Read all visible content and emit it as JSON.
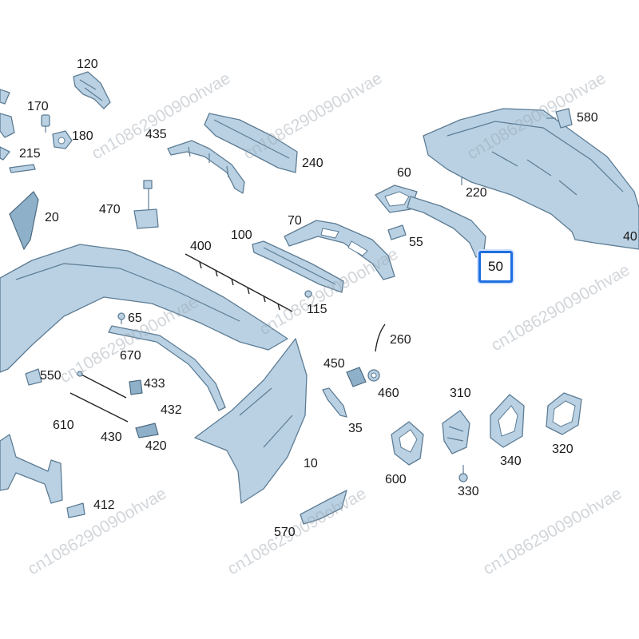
{
  "diagram": {
    "part_labels": [
      "120",
      "170",
      "180",
      "215",
      "435",
      "240",
      "580",
      "60",
      "220",
      "470",
      "20",
      "400",
      "100",
      "70",
      "55",
      "40",
      "50",
      "65",
      "115",
      "260",
      "670",
      "450",
      "550",
      "433",
      "460",
      "310",
      "432",
      "610",
      "430",
      "420",
      "35",
      "340",
      "320",
      "600",
      "10",
      "330",
      "412",
      "570"
    ],
    "highlighted_label": "50",
    "highlight_color": "#1f6fe0",
    "part_color": "#b9d1e3",
    "outline_color": "#5d7c94"
  },
  "watermark": {
    "text": "cn1086290090ohvae"
  }
}
